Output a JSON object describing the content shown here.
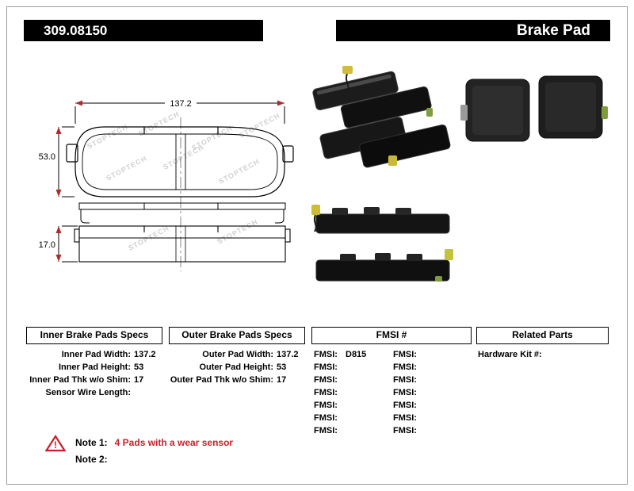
{
  "header": {
    "part_number": "309.08150",
    "product_title": "Brake Pad"
  },
  "drawing": {
    "width_dim": "137.2",
    "height_dim": "53.0",
    "thickness_dim": "17.0",
    "watermark": "STOPTECH"
  },
  "tables": {
    "inner": {
      "header": "Inner Brake Pads Specs",
      "rows": [
        {
          "label": "Inner Pad Width:",
          "value": "137.2"
        },
        {
          "label": "Inner Pad Height:",
          "value": "53"
        },
        {
          "label": "Inner Pad Thk w/o Shim:",
          "value": "17"
        },
        {
          "label": "Sensor Wire Length:",
          "value": ""
        }
      ]
    },
    "outer": {
      "header": "Outer Brake Pads Specs",
      "rows": [
        {
          "label": "Outer Pad Width:",
          "value": "137.2"
        },
        {
          "label": "Outer Pad Height:",
          "value": "53"
        },
        {
          "label": "Outer Pad Thk w/o Shim:",
          "value": "17"
        }
      ]
    },
    "fmsi": {
      "header": "FMSI #",
      "left": [
        {
          "label": "FMSI:",
          "value": "D815"
        },
        {
          "label": "FMSI:",
          "value": ""
        },
        {
          "label": "FMSI:",
          "value": ""
        },
        {
          "label": "FMSI:",
          "value": ""
        },
        {
          "label": "FMSI:",
          "value": ""
        },
        {
          "label": "FMSI:",
          "value": ""
        },
        {
          "label": "FMSI:",
          "value": ""
        }
      ],
      "right": [
        {
          "label": "FMSI:",
          "value": ""
        },
        {
          "label": "FMSI:",
          "value": ""
        },
        {
          "label": "FMSI:",
          "value": ""
        },
        {
          "label": "FMSI:",
          "value": ""
        },
        {
          "label": "FMSI:",
          "value": ""
        },
        {
          "label": "FMSI:",
          "value": ""
        },
        {
          "label": "FMSI:",
          "value": ""
        }
      ]
    },
    "related": {
      "header": "Related Parts",
      "rows": [
        {
          "label": "Hardware Kit #:",
          "value": ""
        }
      ]
    }
  },
  "notes": {
    "note1_label": "Note 1:",
    "note1_text": "4 Pads with a wear sensor",
    "note2_label": "Note 2:",
    "note2_text": ""
  },
  "colors": {
    "header_bg": "#000000",
    "note_red": "#c8202a",
    "dimension_arrow_red": "#b02a2a"
  }
}
